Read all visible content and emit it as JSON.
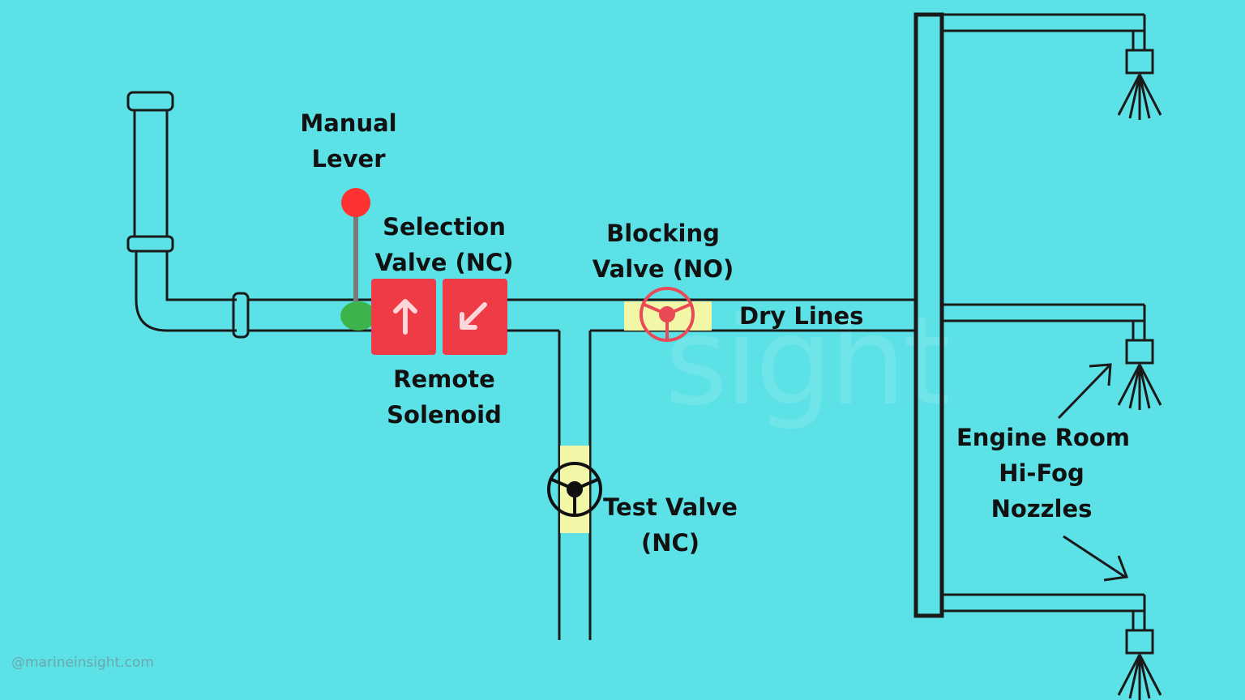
{
  "labels": {
    "manual_lever": [
      "Manual",
      "Lever"
    ],
    "selection_valve": [
      "Selection",
      "Valve (NC)"
    ],
    "remote_solenoid": [
      "Remote",
      "Solenoid"
    ],
    "blocking_valve": [
      "Blocking",
      "Valve (NO)"
    ],
    "dry_lines": "Dry Lines",
    "test_valve": [
      "Test Valve",
      "(NC)"
    ],
    "nozzles": [
      "Engine Room",
      "Hi-Fog",
      "Nozzles"
    ]
  },
  "credit": "@marineinsight.com",
  "watermark": "sight",
  "colors": {
    "background": "#5ce1e6",
    "pipe_stroke": "#1a1a1a",
    "lever_knob": "#ff3131",
    "lever_base": "#3cb44b",
    "solenoid_block": "#ef3b45",
    "solenoid_arrows": "#ffd6da",
    "valve_highlight": "#f2f7a8",
    "blocking_valve_wheel": "#ea4a55",
    "test_valve_wheel": "#111111"
  },
  "icons": {
    "solenoid_left": "arrow-up-icon",
    "solenoid_right": "arrow-down-left-icon",
    "blocking_valve": "handwheel-icon",
    "test_valve": "handwheel-icon",
    "nozzle": "spray-nozzle-icon"
  }
}
